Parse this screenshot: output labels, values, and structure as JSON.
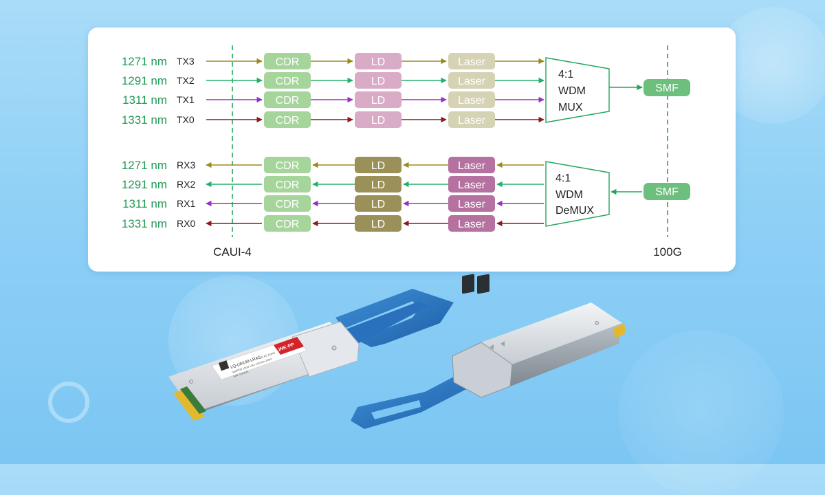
{
  "lanes": [
    {
      "wavelength": "1271 nm",
      "tx": "TX3",
      "rx": "RX3",
      "color": "#9b8a1e"
    },
    {
      "wavelength": "1291 nm",
      "tx": "TX2",
      "rx": "RX2",
      "color": "#23b06a"
    },
    {
      "wavelength": "1311 nm",
      "tx": "TX1",
      "rx": "RX1",
      "color": "#9a2fc0"
    },
    {
      "wavelength": "1331 nm",
      "tx": "TX0",
      "rx": "RX0",
      "color": "#8c1a20"
    }
  ],
  "blocks": {
    "cdr": "CDR",
    "ld": "LD",
    "laser": "Laser",
    "smf": "SMF"
  },
  "mux": {
    "line1": "4:1",
    "line2": "WDM",
    "line3": "MUX"
  },
  "demux": {
    "line1": "4:1",
    "line2": "WDM",
    "line3": "DeMUX"
  },
  "interfaces": {
    "left": "CAUI-4",
    "right": "100G"
  },
  "colors": {
    "wavelength_text": "#1f9a55",
    "cdr_fill": "#a6d59b",
    "tx_ld_fill": "#d9abc6",
    "tx_laser_fill": "#d6d2b4",
    "rx_ld_fill": "#9b9057",
    "rx_laser_fill": "#b5719f",
    "smf_fill": "#6cbf7d",
    "accent_green": "#22a55a"
  },
  "module_label": {
    "brand": "LINK-PP",
    "part": "LQ-LW100-LR4C",
    "desc": "QSFP28 100G LR4 1310nm 10km",
    "serial": "S/N: 210118...",
    "cert": "CE FC RoHS"
  }
}
